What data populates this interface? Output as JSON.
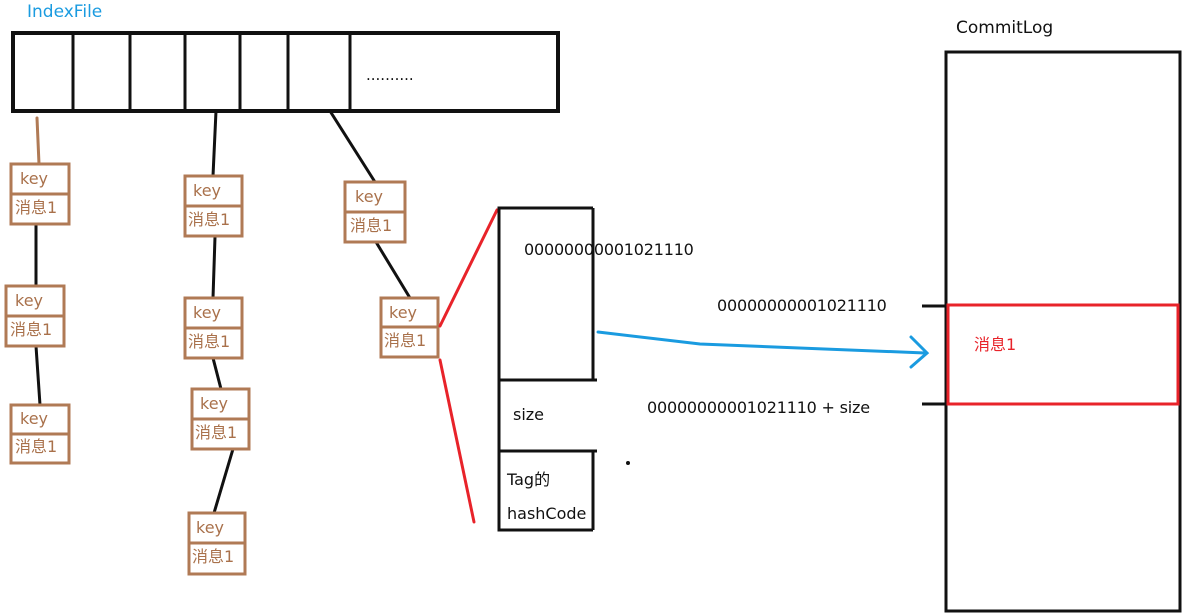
{
  "index_file": {
    "title": "IndexFile",
    "slot_ellipsis": ".........."
  },
  "node_labels": {
    "key": "key",
    "message": "消息1"
  },
  "index_entry": {
    "offset": "00000000001021110",
    "size_label": "size",
    "tag_hash_line1": "Tag的",
    "tag_hash_line2": "hashCode"
  },
  "commit_log": {
    "title": "CommitLog",
    "start_offset": "00000000001021110",
    "end_offset": "00000000001021110  + size",
    "message": "消息1"
  },
  "colors": {
    "index_title": "#1a9be0",
    "node_border": "#b07a55",
    "node_text": "#a9714b",
    "highlight_red": "#e8232a",
    "arrow_blue": "#1a9be0",
    "line": "#111111"
  }
}
